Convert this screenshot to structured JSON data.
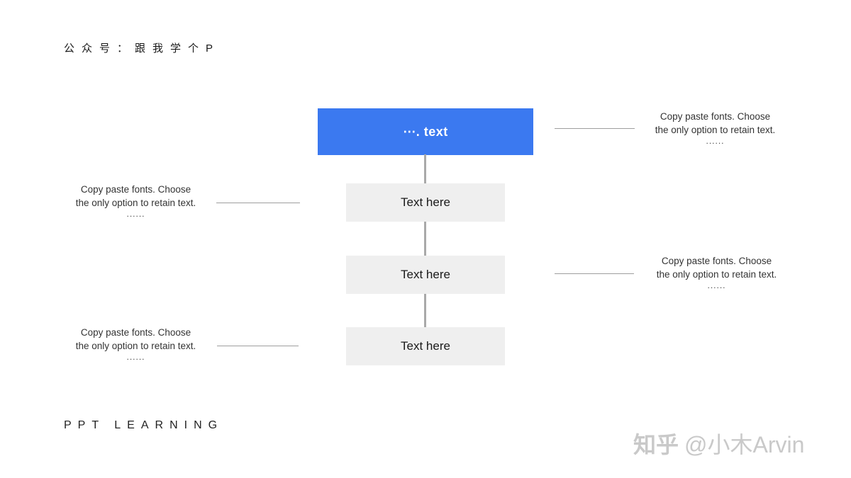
{
  "slide": {
    "header_title": "公众号：跟我学个P",
    "footer_text": "PPT LEARNING"
  },
  "diagram": {
    "root_label": "⋯. text",
    "boxes": [
      {
        "label": "Text here"
      },
      {
        "label": "Text here"
      },
      {
        "label": "Text here"
      }
    ]
  },
  "annotations": {
    "left_top": {
      "line1": "Copy paste fonts. Choose",
      "line2": "the only option to retain text.",
      "dots": "......"
    },
    "left_bottom": {
      "line1": "Copy paste fonts. Choose",
      "line2": "the only option to retain text.",
      "dots": "......"
    },
    "right_top": {
      "line1": "Copy paste fonts. Choose",
      "line2": "the only option to retain text.",
      "dots": "......"
    },
    "right_bottom": {
      "line1": "Copy paste fonts. Choose",
      "line2": "the only option to retain text.",
      "dots": "......"
    }
  },
  "watermark": {
    "brand": "知乎",
    "handle": "@小木Arvin"
  },
  "colors": {
    "accent_blue": "#3b79f0",
    "box_gray": "#efefef",
    "connector_gray": "#a9a9a9",
    "leader_line_gray": "#9e9e9e",
    "watermark_gray": "#c9c9c9"
  }
}
